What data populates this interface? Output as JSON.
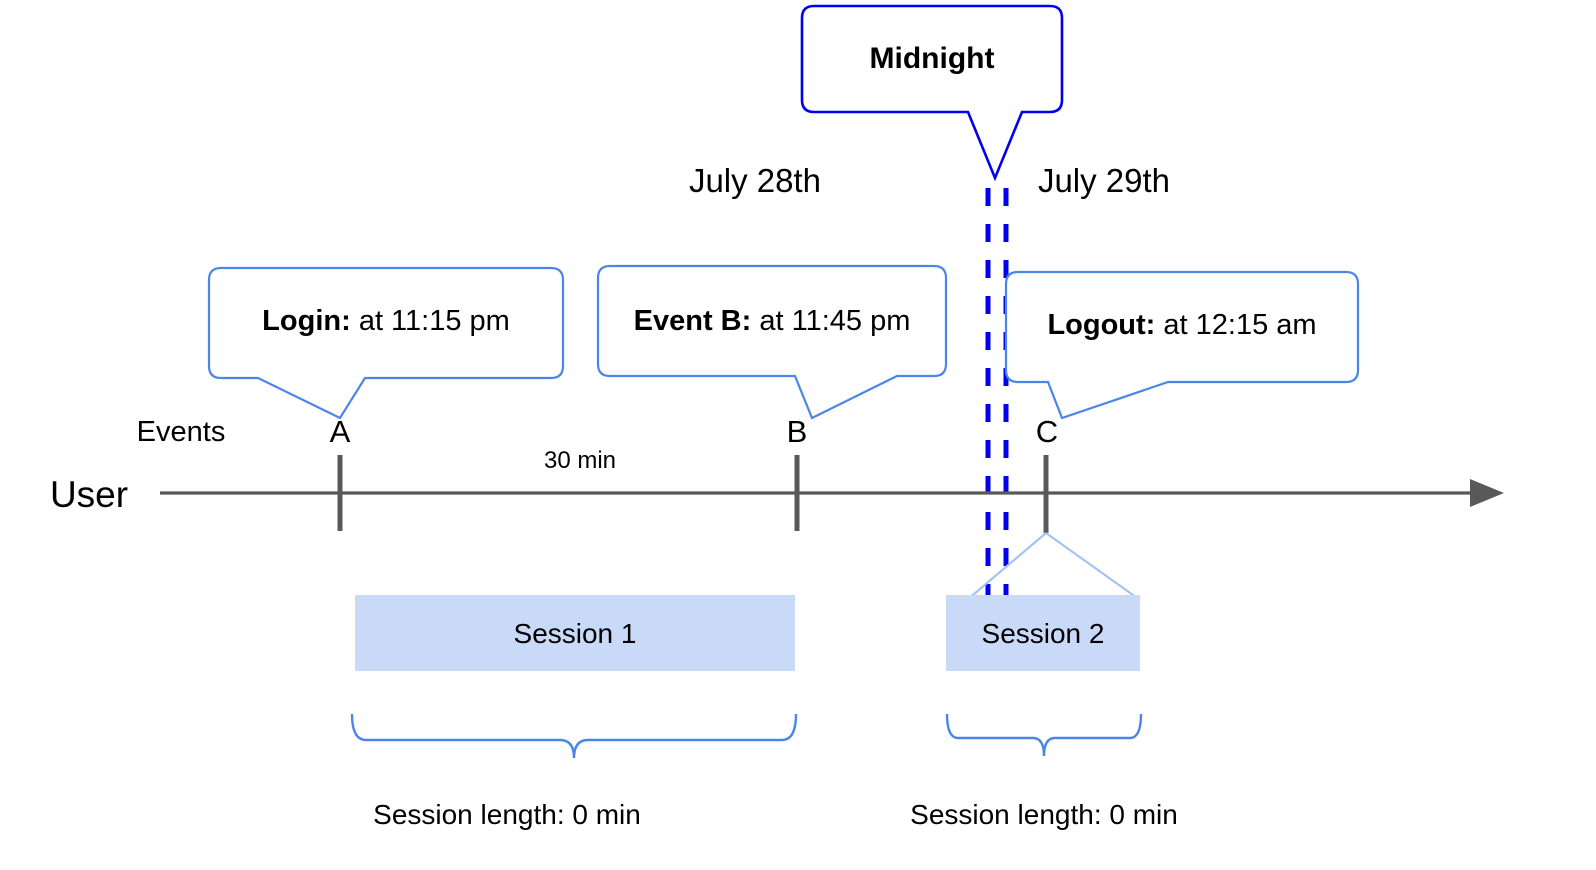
{
  "diagram": {
    "title_callout": {
      "label": "Midnight",
      "color": "#0000ee"
    },
    "day_labels": [
      {
        "name": "day-label-left",
        "text": "July 28th"
      },
      {
        "name": "day-label-right",
        "text": "July 29th"
      }
    ],
    "axis": {
      "row_label": "User",
      "events_label": "Events",
      "color": "#595959"
    },
    "event_callouts": [
      {
        "name": "login",
        "bold": "Login:",
        "rest": " at 11:15 pm",
        "marker": "A"
      },
      {
        "name": "event-b",
        "bold": "Event B:",
        "rest": " at 11:45 pm",
        "marker": "B"
      },
      {
        "name": "logout",
        "bold": "Logout:",
        "rest": " at 12:15 am",
        "marker": "C"
      }
    ],
    "interval_label": "30 min",
    "sessions": [
      {
        "name": "session-1",
        "label": "Session 1",
        "length_label": "Session length: 0 min"
      },
      {
        "name": "session-2",
        "label": "Session 2",
        "length_label": "Session length: 0 min"
      }
    ],
    "colors": {
      "callout_border": "#4a86e8",
      "midnight_border": "#0000ee",
      "session_fill": "#c9daf8",
      "brace": "#4a86e8",
      "axis": "#595959",
      "dashed_midnight": "#0000ee"
    }
  }
}
